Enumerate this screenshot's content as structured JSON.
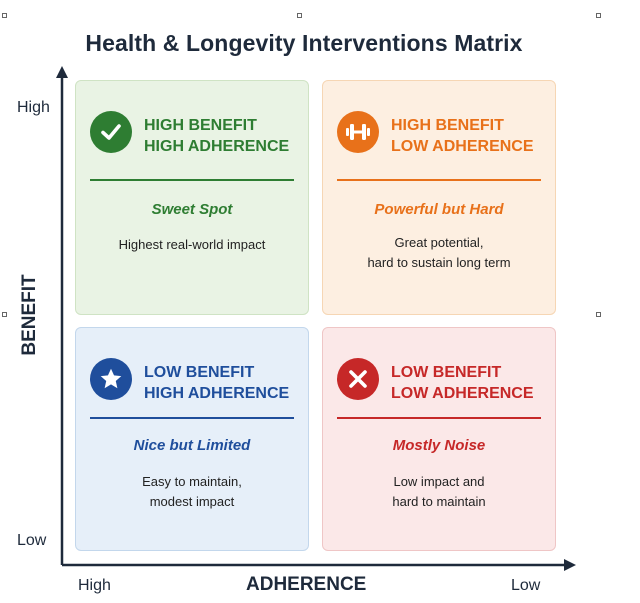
{
  "title": "Health & Longevity Interventions Matrix",
  "axes": {
    "y_label": "BENEFIT",
    "x_label": "ADHERENCE",
    "y_high": "High",
    "y_low": "Low",
    "x_high": "High",
    "x_low": "Low"
  },
  "quadrants": [
    {
      "head": [
        "HIGH BENEFIT",
        "HIGH ADHERENCE"
      ],
      "subtitle": "Sweet Spot",
      "desc": [
        "Highest real-world impact"
      ],
      "icon": "checkmark-icon",
      "accent": "#2e7d32"
    },
    {
      "head": [
        "HIGH BENEFIT",
        "LOW ADHERENCE"
      ],
      "subtitle": "Powerful but Hard",
      "desc": [
        "Great potential,",
        "hard to sustain long term"
      ],
      "icon": "dumbbell-icon",
      "accent": "#e8711a"
    },
    {
      "head": [
        "LOW BENEFIT",
        "HIGH ADHERENCE"
      ],
      "subtitle": "Nice but Limited",
      "desc": [
        "Easy to maintain,",
        "modest impact"
      ],
      "icon": "star-icon",
      "accent": "#1f4e9c"
    },
    {
      "head": [
        "LOW BENEFIT",
        "LOW ADHERENCE"
      ],
      "subtitle": "Mostly Noise",
      "desc": [
        "Low impact and",
        "hard to maintain"
      ],
      "icon": "x-mark-icon",
      "accent": "#c62828"
    }
  ]
}
